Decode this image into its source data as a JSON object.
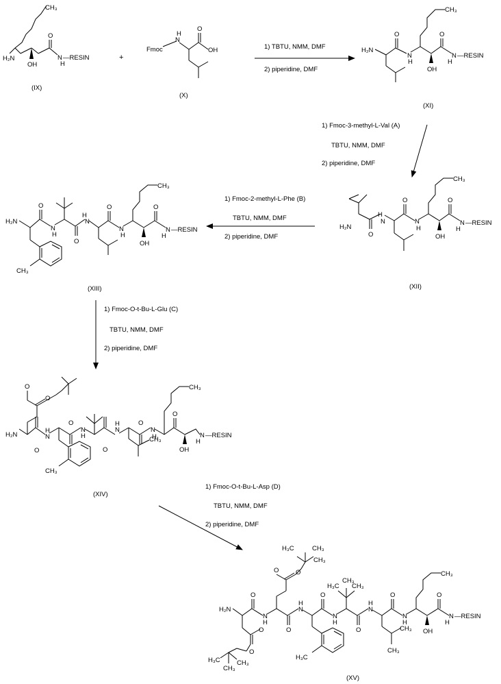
{
  "compounds": {
    "ix": {
      "id": "(IX)",
      "labels": {
        "nh2": "H₂N",
        "oh": "OH",
        "o": "O",
        "nh": "N",
        "h": "H",
        "resin": "—RESIN",
        "chain": "CH₃"
      }
    },
    "x": {
      "id": "(X)",
      "labels": {
        "fmoc": "Fmoc",
        "nh": "N",
        "h": "H",
        "o": "O",
        "oh": "OH"
      }
    },
    "xi": {
      "id": "(XI)",
      "labels": {
        "nh2": "H₂N",
        "o1": "O",
        "nh": "N",
        "h": "H",
        "o2": "O",
        "oh": "OH",
        "nhr": "N",
        "h2": "H",
        "resin": "—RESIN",
        "ch3": "CH₃"
      }
    },
    "xii": {
      "id": "(XII)",
      "labels": {
        "nh2": "H₂N",
        "o1": "O",
        "nh1": "N",
        "h1": "H",
        "o2": "O",
        "nh2b": "N",
        "h2": "H",
        "o3": "O",
        "oh": "OH",
        "nhr": "N",
        "hr": "H",
        "resin": "—RESIN",
        "ch3": "CH₃"
      }
    },
    "xiii": {
      "id": "(XIII)",
      "labels": {
        "nh2": "H₂N",
        "o1": "O",
        "nh1": "N",
        "h1": "H",
        "o2": "O",
        "nh2b": "N",
        "h2": "H",
        "o3": "O",
        "nh3": "N",
        "h3": "H",
        "o4": "O",
        "oh": "OH",
        "nhr": "N",
        "hr": "H",
        "resin": "—RESIN",
        "ch3": "CH₃",
        "ch3b": "CH₃"
      }
    },
    "xiv": {
      "id": "(XIV)",
      "labels": {
        "nh2": "H₂N",
        "o_ester": "O",
        "o_ester2": "O",
        "o1": "O",
        "nh1": "N",
        "h1": "H",
        "o2": "O",
        "nh2b": "N",
        "h2": "H",
        "o3": "O",
        "nh3": "N",
        "h3": "H",
        "o4": "O",
        "nh4": "N",
        "h4": "H",
        "o5": "O",
        "oh": "OH",
        "nhr": "N",
        "hr": "H",
        "resin": "—RESIN",
        "ch3": "CH₃",
        "ch3b": "CH₃",
        "ch3c": "CH₃"
      }
    },
    "xv": {
      "id": "(XV)",
      "labels": {
        "nh2": "H₂N",
        "h3c_top": "H₃C",
        "ch3_top": "CH₃",
        "ch3_top2": "CH₃",
        "h3c_val": "H₃C",
        "ch3_val": "CH₃",
        "ch3_val2": "CH₃",
        "o_ester_top": "O",
        "o_ester_top2": "O",
        "o_ester_bot": "O",
        "o_ester_bot2": "O",
        "h3c_bot": "H₃C",
        "ch3_bot": "CH₃",
        "ch3_bot2": "CH₃",
        "o1": "O",
        "n1": "N",
        "h1": "H",
        "o2": "O",
        "n2": "N",
        "h2": "H",
        "o3": "O",
        "n3": "N",
        "h3": "H",
        "o4": "O",
        "n4": "N",
        "h4": "H",
        "o5": "O",
        "n5": "N",
        "h5": "H",
        "o6": "O",
        "oh": "OH",
        "nhr": "N",
        "hr": "H",
        "resin": "—RESIN",
        "ch3_tail": "CH₃",
        "h3c_ring": "H₃C",
        "ch3_leu": "CH₃",
        "ch3_leu2": "CH₃"
      }
    }
  },
  "plus": "+",
  "reactions": [
    {
      "step1": "1) TBTU, NMM, DMF",
      "step2": "2) piperidine, DMF"
    },
    {
      "step1": "1) Fmoc-3-methyl-L-Val (A)",
      "step_mid": "TBTU, NMM, DMF",
      "step2": "2) piperidine, DMF"
    },
    {
      "step1": "1) Fmoc-2-methyl-L-Phe (B)",
      "step_mid": "TBTU, NMM, DMF",
      "step2": "2) piperidine, DMF"
    },
    {
      "step1": "1) Fmoc-O-t-Bu-L-Glu (C)",
      "step_mid": "TBTU, NMM, DMF",
      "step2": "2) piperidine, DMF"
    },
    {
      "step1": "1) Fmoc-O-t-Bu-L-Asp (D)",
      "step_mid": "TBTU, NMM, DMF",
      "step2": "2) piperidine, DMF"
    }
  ]
}
